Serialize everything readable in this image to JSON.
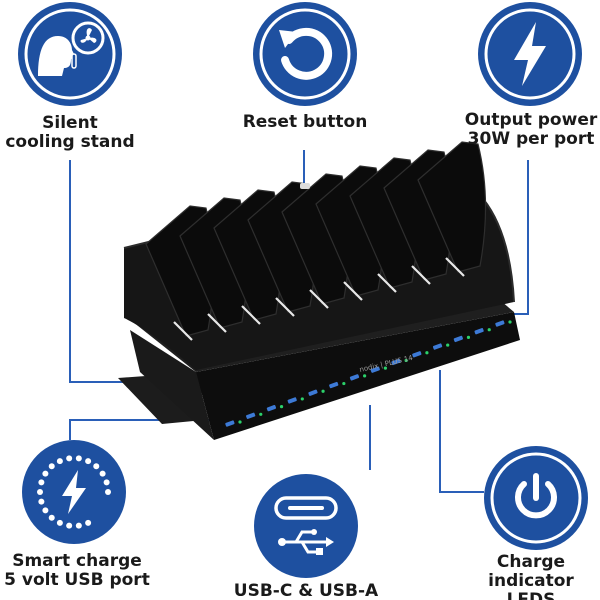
{
  "colors": {
    "brand_blue": "#1e50a0",
    "device_black": "#121212",
    "led_green": "#2bd16a",
    "port_blue": "#3d7ad6",
    "connector_line": "#2a5fb8"
  },
  "features": [
    {
      "icon": "silent-fan-icon",
      "label": "Silent\ncooling stand"
    },
    {
      "icon": "reset-arrow-icon",
      "label": "Reset button"
    },
    {
      "icon": "lightning-bolt-icon",
      "label": "Output power\n30W per port"
    },
    {
      "icon": "smart-charge-icon",
      "label": "Smart charge\n5 volt USB port"
    },
    {
      "icon": "usb-port-icon",
      "label": "USB-C & USB-A"
    },
    {
      "icon": "power-button-icon",
      "label": "Charge\nindicator LEDS"
    }
  ],
  "device": {
    "brand_text": "nodix | PLUS 14"
  }
}
